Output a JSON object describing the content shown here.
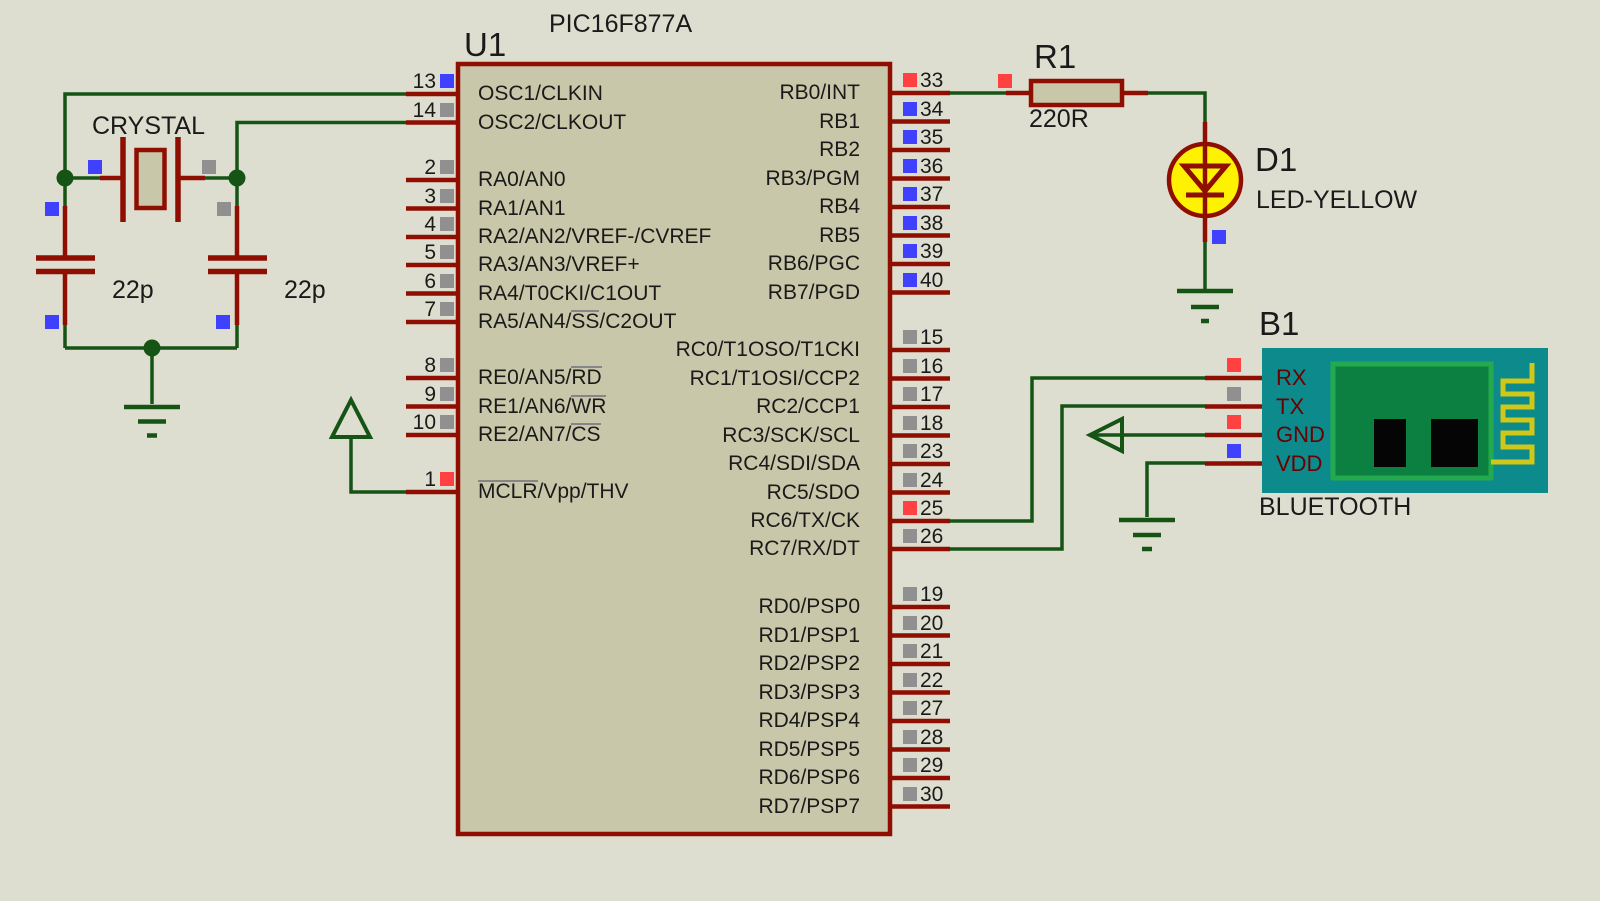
{
  "colors": {
    "background": "#DEDED0",
    "component_outline": "#8E0E02",
    "component_fill": "#C8C7A9",
    "wire_green": "#155415",
    "text_color": "#1A1A1A",
    "indicator_red": "#FF4141",
    "indicator_blue": "#4040FF",
    "indicator_gray": "#909090",
    "led_yellow": "#FFF200",
    "bt_body": "#0C8A8C",
    "bt_pcb_fill": "#0C8040",
    "bt_pcb_border": "#23A94E",
    "bt_pin_text": "#6B0000",
    "antenna_yellow": "#D0C818"
  },
  "chip": {
    "ref": "U1",
    "part": "PIC16F877A",
    "left_pins": [
      {
        "num": "13",
        "parts": [
          {
            "t": "OSC1/CLKIN"
          }
        ],
        "ind": "blue"
      },
      {
        "num": "14",
        "parts": [
          {
            "t": "OSC2/CLKOUT"
          }
        ],
        "ind": "gray"
      },
      {
        "num": "2",
        "parts": [
          {
            "t": "RA0/AN0"
          }
        ],
        "ind": "gray"
      },
      {
        "num": "3",
        "parts": [
          {
            "t": "RA1/AN1"
          }
        ],
        "ind": "gray"
      },
      {
        "num": "4",
        "parts": [
          {
            "t": "RA2/AN2/VREF-/CVREF"
          }
        ],
        "ind": "gray"
      },
      {
        "num": "5",
        "parts": [
          {
            "t": "RA3/AN3/VREF+"
          }
        ],
        "ind": "gray"
      },
      {
        "num": "6",
        "parts": [
          {
            "t": "RA4/T0CKI/C1OUT"
          }
        ],
        "ind": "gray"
      },
      {
        "num": "7",
        "parts": [
          {
            "t": "RA5/AN4/"
          },
          {
            "t": "SS",
            "ov": true
          },
          {
            "t": "/C2OUT"
          }
        ],
        "ind": "gray"
      },
      {
        "num": "8",
        "parts": [
          {
            "t": "RE0/AN5/"
          },
          {
            "t": "RD",
            "ov": true
          }
        ],
        "ind": "gray"
      },
      {
        "num": "9",
        "parts": [
          {
            "t": "RE1/AN6/"
          },
          {
            "t": "WR",
            "ov": true
          }
        ],
        "ind": "gray"
      },
      {
        "num": "10",
        "parts": [
          {
            "t": "RE2/AN7/"
          },
          {
            "t": "CS",
            "ov": true
          }
        ],
        "ind": "gray"
      },
      {
        "num": "1",
        "parts": [
          {
            "t": "MCLR",
            "ov": true
          },
          {
            "t": "/Vpp/THV"
          }
        ],
        "ind": "red"
      }
    ],
    "right_pins": [
      {
        "num": "33",
        "parts": [
          {
            "t": "RB0/INT"
          }
        ],
        "ind": "red"
      },
      {
        "num": "34",
        "parts": [
          {
            "t": "RB1"
          }
        ],
        "ind": "blue"
      },
      {
        "num": "35",
        "parts": [
          {
            "t": "RB2"
          }
        ],
        "ind": "blue"
      },
      {
        "num": "36",
        "parts": [
          {
            "t": "RB3/PGM"
          }
        ],
        "ind": "blue"
      },
      {
        "num": "37",
        "parts": [
          {
            "t": "RB4"
          }
        ],
        "ind": "blue"
      },
      {
        "num": "38",
        "parts": [
          {
            "t": "RB5"
          }
        ],
        "ind": "blue"
      },
      {
        "num": "39",
        "parts": [
          {
            "t": "RB6/PGC"
          }
        ],
        "ind": "blue"
      },
      {
        "num": "40",
        "parts": [
          {
            "t": "RB7/PGD"
          }
        ],
        "ind": "blue"
      },
      {
        "num": "15",
        "parts": [
          {
            "t": "RC0/T1OSO/T1CKI"
          }
        ],
        "ind": "gray"
      },
      {
        "num": "16",
        "parts": [
          {
            "t": "RC1/T1OSI/CCP2"
          }
        ],
        "ind": "gray"
      },
      {
        "num": "17",
        "parts": [
          {
            "t": "RC2/CCP1"
          }
        ],
        "ind": "gray"
      },
      {
        "num": "18",
        "parts": [
          {
            "t": "RC3/SCK/SCL"
          }
        ],
        "ind": "gray"
      },
      {
        "num": "23",
        "parts": [
          {
            "t": "RC4/SDI/SDA"
          }
        ],
        "ind": "gray"
      },
      {
        "num": "24",
        "parts": [
          {
            "t": "RC5/SDO"
          }
        ],
        "ind": "gray"
      },
      {
        "num": "25",
        "parts": [
          {
            "t": "RC6/TX/CK"
          }
        ],
        "ind": "red"
      },
      {
        "num": "26",
        "parts": [
          {
            "t": "RC7/RX/DT"
          }
        ],
        "ind": "gray"
      },
      {
        "num": "19",
        "parts": [
          {
            "t": "RD0/PSP0"
          }
        ],
        "ind": "gray"
      },
      {
        "num": "20",
        "parts": [
          {
            "t": "RD1/PSP1"
          }
        ],
        "ind": "gray"
      },
      {
        "num": "21",
        "parts": [
          {
            "t": "RD2/PSP2"
          }
        ],
        "ind": "gray"
      },
      {
        "num": "22",
        "parts": [
          {
            "t": "RD3/PSP3"
          }
        ],
        "ind": "gray"
      },
      {
        "num": "27",
        "parts": [
          {
            "t": "RD4/PSP4"
          }
        ],
        "ind": "gray"
      },
      {
        "num": "28",
        "parts": [
          {
            "t": "RD5/PSP5"
          }
        ],
        "ind": "gray"
      },
      {
        "num": "29",
        "parts": [
          {
            "t": "RD6/PSP6"
          }
        ],
        "ind": "gray"
      },
      {
        "num": "30",
        "parts": [
          {
            "t": "RD7/PSP7"
          }
        ],
        "ind": "gray"
      }
    ]
  },
  "crystal": {
    "label": "CRYSTAL"
  },
  "capacitors": [
    {
      "value": "22p"
    },
    {
      "value": "22p"
    }
  ],
  "resistor": {
    "ref": "R1",
    "value": "220R"
  },
  "led": {
    "ref": "D1",
    "part": "LED-YELLOW"
  },
  "bluetooth": {
    "ref": "B1",
    "part": "BLUETOOTH",
    "pins": [
      {
        "name": "RX",
        "ind": "red"
      },
      {
        "name": "TX",
        "ind": "gray"
      },
      {
        "name": "GND",
        "ind": "red"
      },
      {
        "name": "VDD",
        "ind": "blue"
      }
    ]
  }
}
